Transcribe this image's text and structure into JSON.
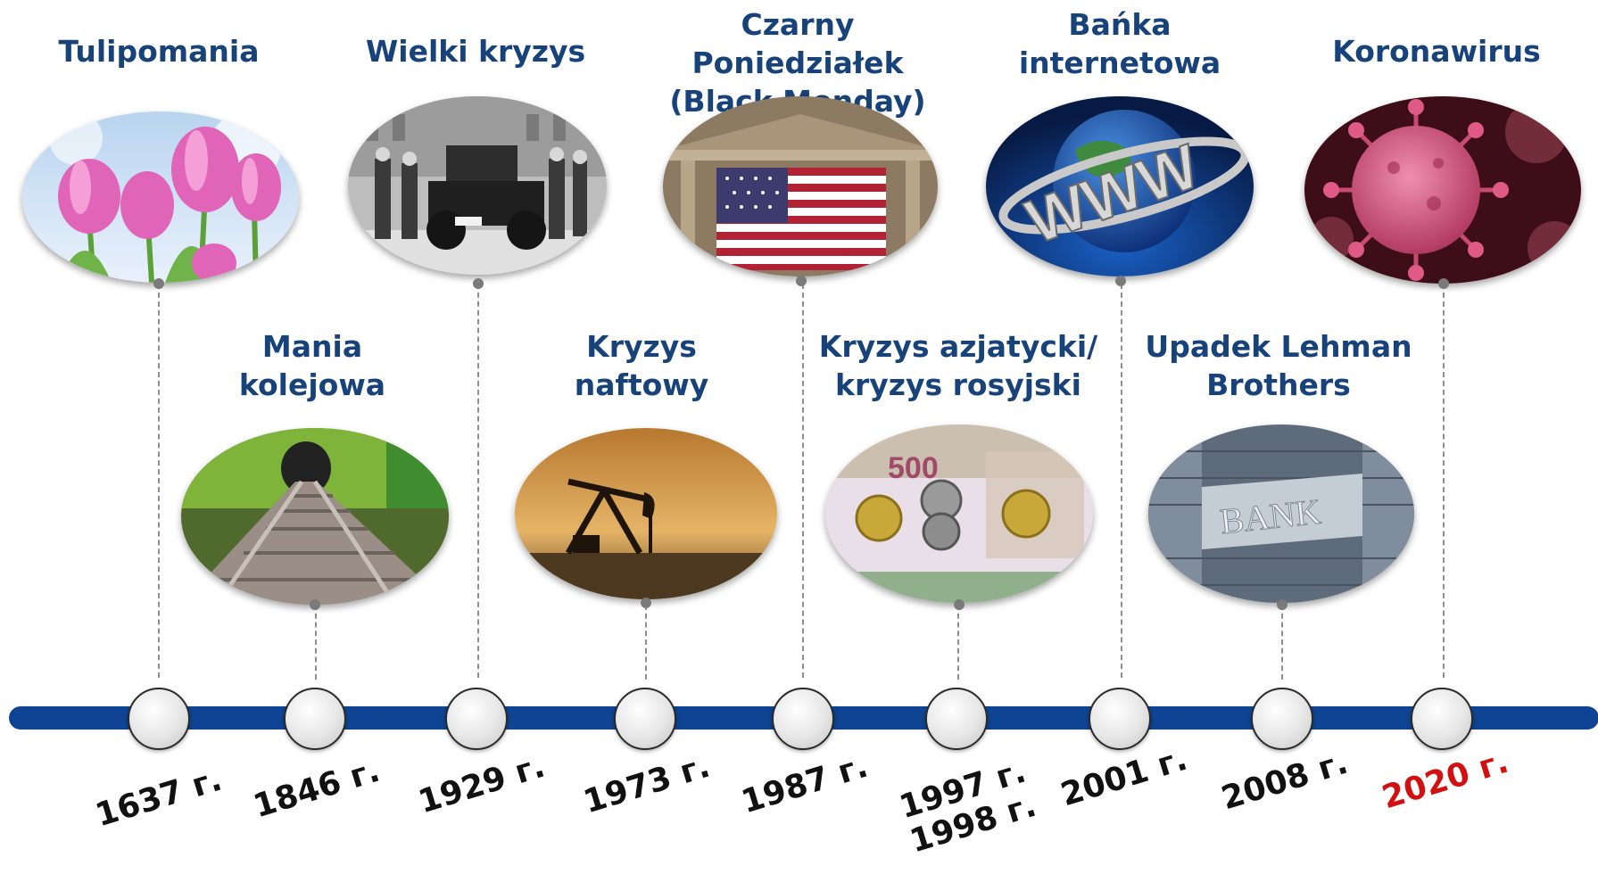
{
  "events": [
    {
      "id": "tulipomania",
      "title": "Tulipomania",
      "year": "1637 г."
    },
    {
      "id": "mania-kolejowa",
      "title": "Mania\nkolejowa",
      "year": "1846 г."
    },
    {
      "id": "wielki-kryzys",
      "title": "Wielki kryzys",
      "year": "1929 г."
    },
    {
      "id": "kryzys-naftowy",
      "title": "Kryzys\nnaftowy",
      "year": "1973 г."
    },
    {
      "id": "black-monday",
      "title": "Czarny Poniedziałek\n(Black Monday)",
      "year": "1987 г."
    },
    {
      "id": "kryzys-azjatycki",
      "title": "Kryzys azjatycki/\nkryzys rosyjski",
      "year": "1997 г.\n1998 г."
    },
    {
      "id": "banka-internetowa",
      "title": "Bańka\ninternetowa",
      "year": "2001 г."
    },
    {
      "id": "lehman",
      "title": "Upadek Lehman\nBrothers",
      "year": "2008 г."
    },
    {
      "id": "koronawirus",
      "title": "Koronawirus",
      "year": "2020 г."
    }
  ],
  "colors": {
    "title": "#17427a",
    "axis": "#0e4493",
    "year": "#111111",
    "highlight_year": "#d11010"
  },
  "images": [
    "tulips-photo",
    "railway-photo",
    "crash-car-photo",
    "oil-pump-photo",
    "nyse-photo",
    "roubles-photo",
    "www-globe-photo",
    "bank-photo",
    "virus-photo"
  ]
}
